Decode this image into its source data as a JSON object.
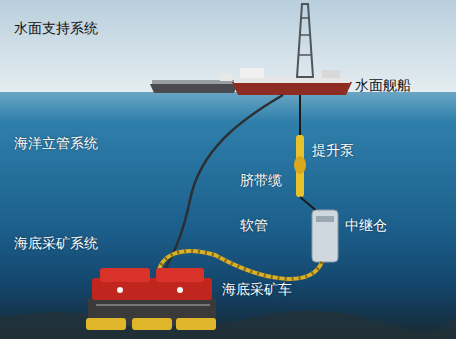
{
  "diagram": {
    "labels": [
      "水面支持系统",
      "水面舰船",
      "海洋立管系统",
      "提升泵",
      "脐带缆",
      "软管",
      "中继仓",
      "海底采矿系统",
      "海底采矿车"
    ]
  }
}
